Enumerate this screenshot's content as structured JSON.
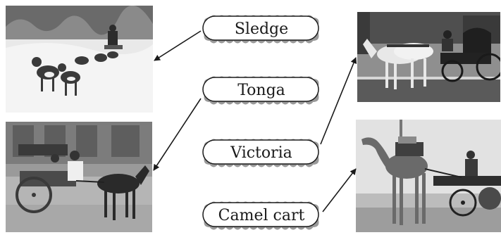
{
  "labels": {
    "sledge": "Sledge",
    "tonga": "Tonga",
    "victoria": "Victoria",
    "camel_cart": "Camel cart"
  },
  "colors": {
    "cloud_shadow": "#9a9a9a",
    "cloud_fill": "#ffffff",
    "stroke": "#1a1a1a"
  }
}
